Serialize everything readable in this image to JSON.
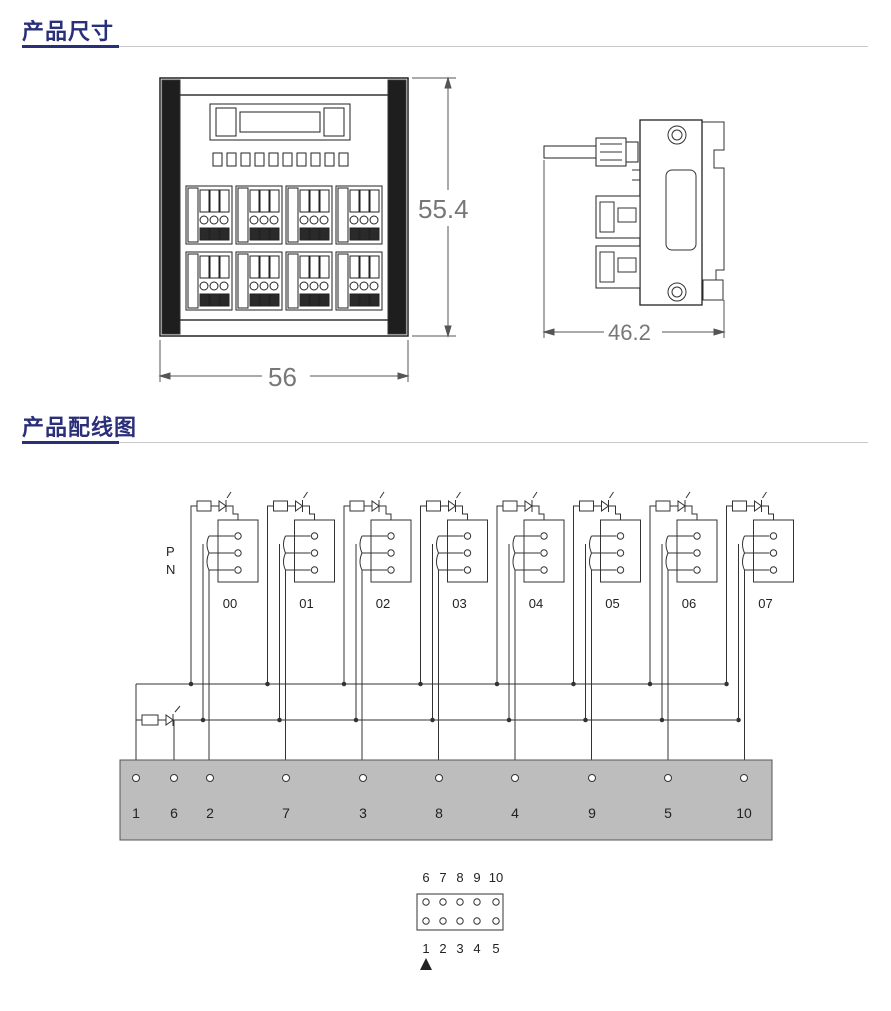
{
  "sections": {
    "dimensions_title": "产品尺寸",
    "wiring_title": "产品配线图"
  },
  "dimensions": {
    "height_label": "55.4",
    "width_label": "56",
    "depth_label": "46.2"
  },
  "wiring": {
    "rail_labels": [
      "P",
      "N"
    ],
    "channels": [
      "00",
      "01",
      "02",
      "03",
      "04",
      "05",
      "06",
      "07"
    ],
    "terminals": [
      "1",
      "6",
      "2",
      "7",
      "3",
      "8",
      "4",
      "9",
      "5",
      "10"
    ],
    "header_top_labels": [
      "6",
      "7",
      "8",
      "9",
      "10"
    ],
    "header_bottom_labels": [
      "1",
      "2",
      "3",
      "4",
      "5"
    ]
  },
  "colors": {
    "accent": "#2a2f7a",
    "terminal_block": "#bdbdbd"
  }
}
